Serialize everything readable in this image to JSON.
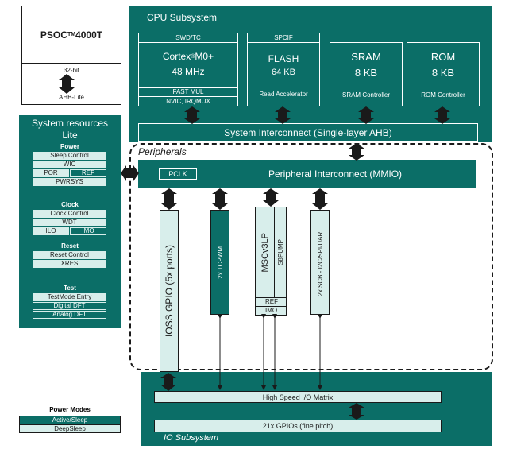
{
  "chip": {
    "name": "PSOC",
    "tm": "TM",
    "model": " 4000T",
    "bus_width": "32-bit",
    "bus": "AHB-Lite"
  },
  "cpu": {
    "title": "CPU Subsystem",
    "core": {
      "header": "SWD/TC",
      "name": "Cortex",
      "reg": "®",
      "name_suffix": " M0+",
      "freq": "48 MHz",
      "line1": "FAST MUL",
      "line2": "NVIC, IRQMUX"
    },
    "flash": {
      "header": "SPCIF",
      "name": "FLASH",
      "size": "64 KB",
      "footer": "Read Accelerator"
    },
    "sram": {
      "name": "SRAM",
      "size": "8 KB",
      "footer": "SRAM Controller"
    },
    "rom": {
      "name": "ROM",
      "size": "8 KB",
      "footer": "ROM Controller"
    },
    "interconnect": "System Interconnect (Single-layer AHB)"
  },
  "sysres": {
    "title1": "System resources",
    "title2": "Lite",
    "power": {
      "title": "Power",
      "sleep": "Sleep Control",
      "wic": "WIC",
      "por": "POR",
      "ref": "REF",
      "pwrsys": "PWRSYS"
    },
    "clock": {
      "title": "Clock",
      "control": "Clock Control",
      "wdt": "WDT",
      "ilo": "ILO",
      "imo": "IMO"
    },
    "reset": {
      "title": "Reset",
      "control": "Reset Control",
      "xres": "XRES"
    },
    "test": {
      "title": "Test",
      "entry": "TestMode Entry",
      "digital": "Digital DFT",
      "analog": "Analog DFT"
    }
  },
  "peripherals": {
    "title": "Peripherals",
    "pclk": "PCLK",
    "interconnect": "Peripheral Interconnect (MMIO)",
    "gpio": "IOSS GPIO (5x ports)",
    "tcpwm": "2x TCPWM",
    "msc": "MSCv3LP",
    "s8pump": "S8PUMP",
    "msc_ref": "REF",
    "msc_imo": "IMO",
    "scb": "2x SCB - I2C/SPI/UART"
  },
  "io": {
    "title": "IO Subsystem",
    "matrix": "High Speed I/O Matrix",
    "gpios": "21x GPIOs (fine pitch)"
  },
  "power_modes": {
    "title": "Power Modes",
    "active": "Active/Sleep",
    "deep": "DeepSleep"
  },
  "colors": {
    "teal": "#0b6e67",
    "light": "#d8eeeb",
    "line": "#1a1a1a"
  }
}
